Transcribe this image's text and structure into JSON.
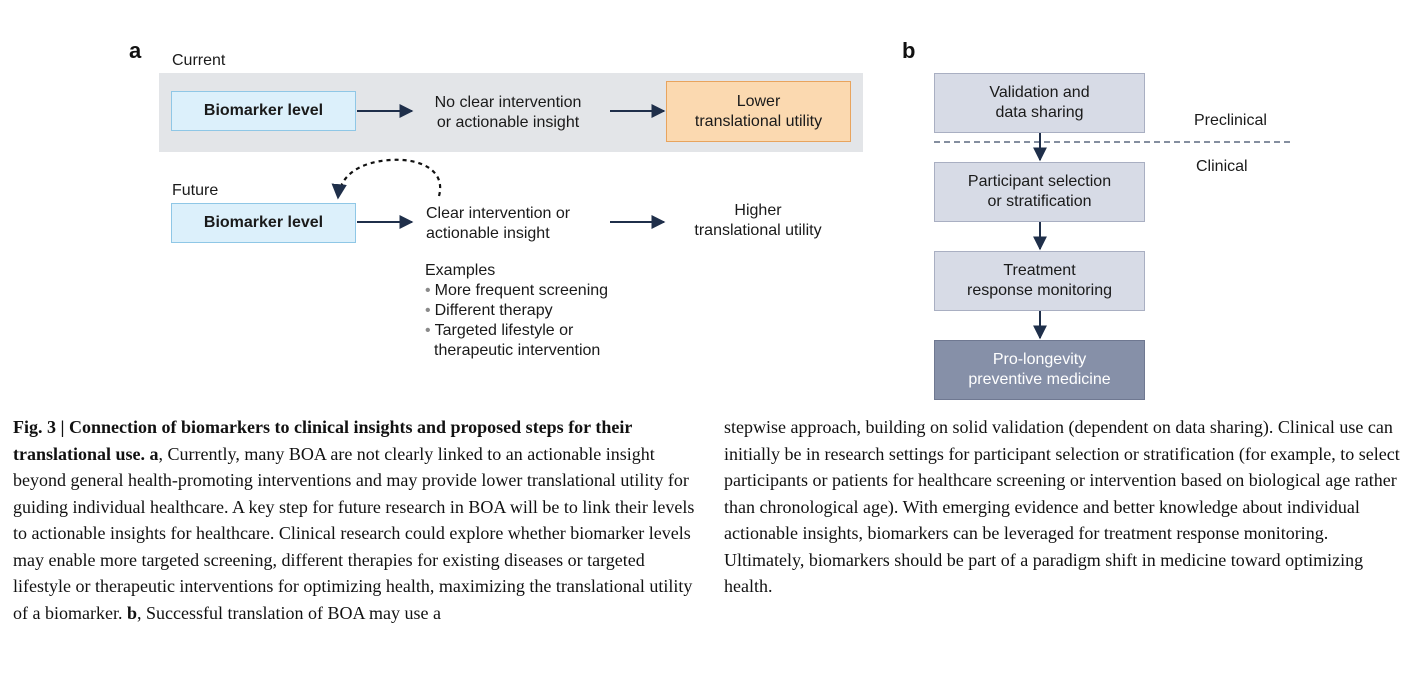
{
  "panel_a": {
    "letter": "a",
    "current": {
      "label": "Current",
      "biomarker": "Biomarker level",
      "middle_line1": "No clear intervention",
      "middle_line2": "or actionable insight",
      "result_line1": "Lower",
      "result_line2": "translational utility"
    },
    "future": {
      "label": "Future",
      "biomarker": "Biomarker level",
      "middle_line1": "Clear intervention or",
      "middle_line2": "actionable insight",
      "result_line1": "Higher",
      "result_line2": "translational utility",
      "examples_title": "Examples",
      "examples": [
        "More frequent screening",
        "Different therapy",
        "Targeted lifestyle or"
      ],
      "examples_continuation": "therapeutic intervention"
    }
  },
  "panel_b": {
    "letter": "b",
    "steps": [
      {
        "line1": "Validation and",
        "line2": "data sharing"
      },
      {
        "line1": "Participant selection",
        "line2": "or stratification"
      },
      {
        "line1": "Treatment",
        "line2": "response monitoring"
      },
      {
        "line1": "Pro-longevity",
        "line2": "preventive medicine"
      }
    ],
    "preclinical": "Preclinical",
    "clinical": "Clinical"
  },
  "caption": {
    "fig_label": "Fig. 3 | ",
    "title": "Connection of biomarkers to clinical insights and proposed steps for their translational use.",
    "a_letter": "a",
    "a_text": ", Currently, many BOA are not clearly linked to an actionable insight beyond general health-promoting interventions and may provide lower translational utility for guiding individual healthcare. A key step for future research in BOA will be to link their levels to actionable insights for healthcare. Clinical research could explore whether biomarker levels may enable more targeted screening, different therapies for existing diseases or targeted lifestyle or therapeutic interventions for optimizing health, maximizing the translational utility of a biomarker. ",
    "b_letter": "b",
    "b_text": ", Successful translation of BOA may use a stepwise approach, building on solid validation (dependent on data sharing). Clinical use can initially be in research settings for participant selection or stratification (for example, to select participants or patients for healthcare screening or intervention based on biological age rather than chronological age). With emerging evidence and better knowledge about individual actionable insights, biomarkers can be leveraged for treatment response monitoring. Ultimately, biomarkers should be part of a paradigm shift in medicine toward optimizing health."
  },
  "colors": {
    "current_band": "#e3e5e8",
    "biomarker_fill": "#dcf0fb",
    "lower_fill": "#fbd9b0",
    "flow_fill": "#d7dbe6",
    "flow_final": "#8690a8",
    "arrow": "#1f2f4a"
  }
}
